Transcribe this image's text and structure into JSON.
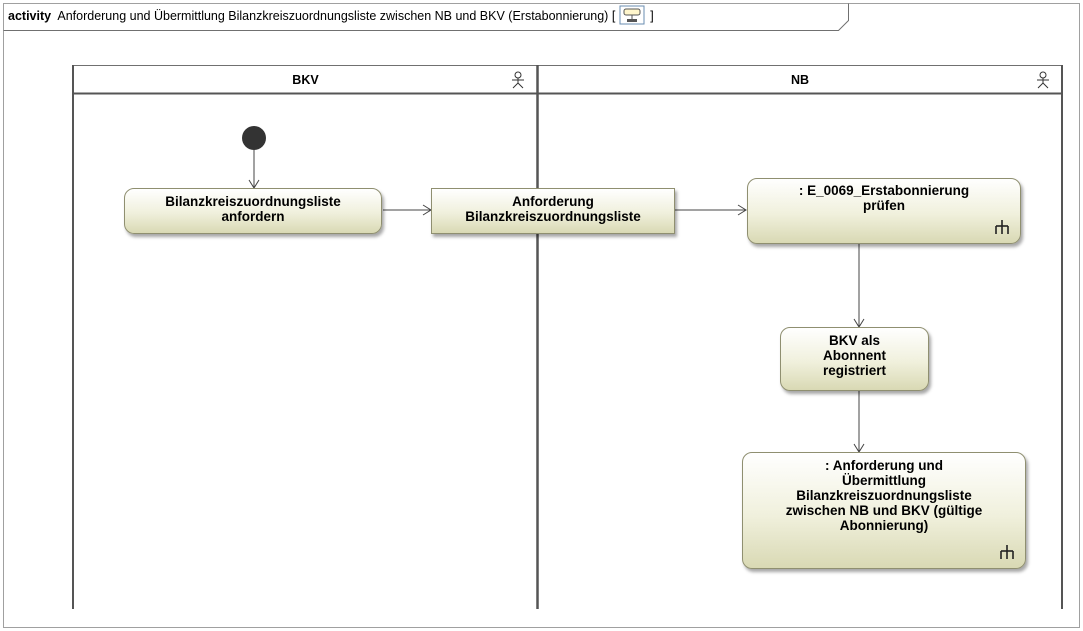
{
  "diagram": {
    "frame_keyword": "activity",
    "frame_title": "Anforderung und Übermittlung Bilanzkreiszuordnungsliste zwischen NB und BKV (Erstabonnierung)",
    "frame_title_open": "[",
    "frame_title_close": "]",
    "frame_icon": "activity-diagram-icon",
    "lanes": [
      {
        "name": "BKV",
        "icon": "actor-icon"
      },
      {
        "name": "NB",
        "icon": "actor-icon"
      }
    ],
    "nodes": {
      "initial": {
        "kind": "initial-node"
      },
      "action_request": {
        "kind": "action",
        "label": "Bilanzkreiszuordnungsliste\nanfordern"
      },
      "object_request": {
        "kind": "object",
        "label": "Anforderung\nBilanzkreiszuordnungsliste"
      },
      "action_check": {
        "kind": "call-behavior-action",
        "label": ": E_0069_Erstabonnierung\nprüfen",
        "icon": "rake-icon"
      },
      "action_register": {
        "kind": "action",
        "label": "BKV als\nAbonnent\nregistriert"
      },
      "action_followup": {
        "kind": "call-behavior-action",
        "label": ": Anforderung und\nÜbermittlung\nBilanzkreiszuordnungsliste\nzwischen NB und BKV (gültige\nAbonnierung)",
        "icon": "rake-icon"
      }
    },
    "edges": [
      {
        "from": "initial",
        "to": "action_request"
      },
      {
        "from": "action_request",
        "to": "object_request"
      },
      {
        "from": "object_request",
        "to": "action_check"
      },
      {
        "from": "action_check",
        "to": "action_register"
      },
      {
        "from": "action_register",
        "to": "action_followup"
      }
    ],
    "colors": {
      "node_fill_top": "#ffffff",
      "node_fill_bottom": "#d9d9b4",
      "node_border": "#8f8f70",
      "line": "#444444",
      "initial_fill": "#333333"
    }
  }
}
